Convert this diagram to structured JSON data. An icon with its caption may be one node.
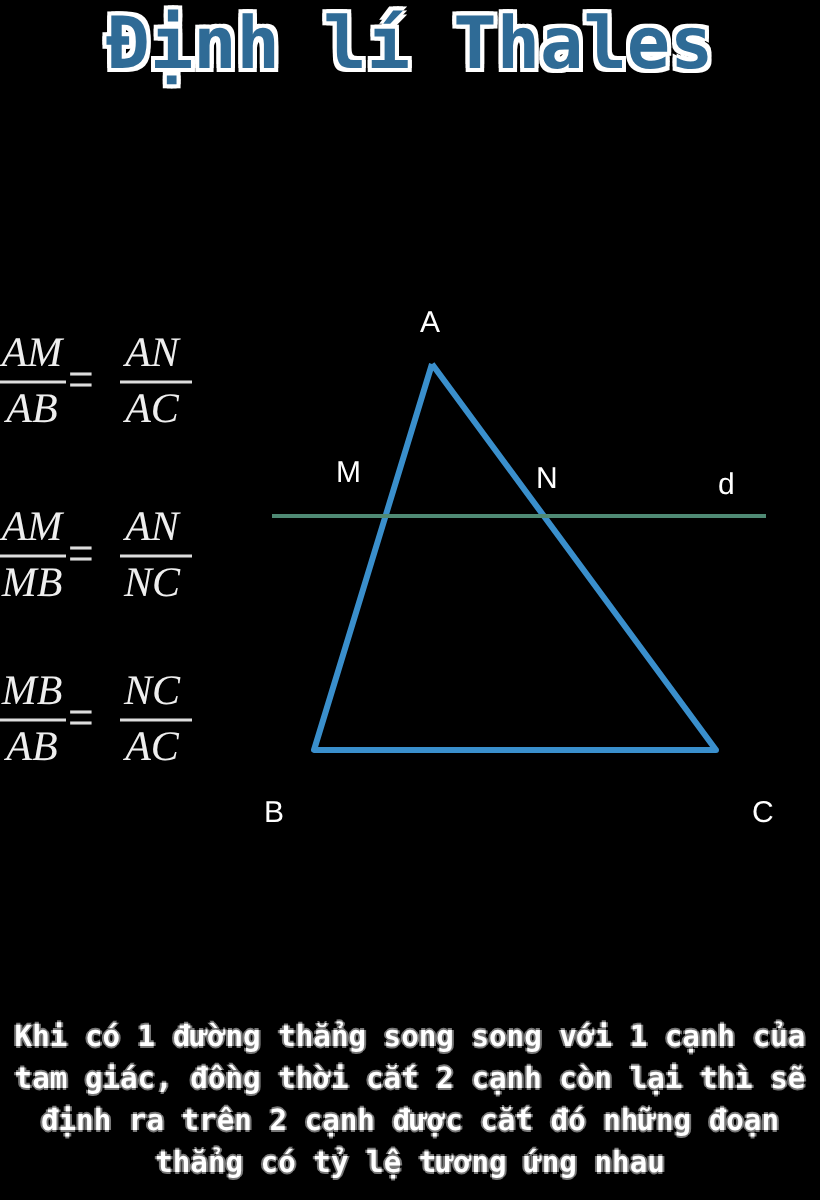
{
  "diagram": {
    "title": "Định lí Thales",
    "caption": "Khi có 1 đường thẳng song song với 1 cạnh của tam giác, đồng thời cắt 2 cạnh còn lại thì sẽ định ra trên 2 cạnh được cắt đó những đoạn thẳng có tỷ lệ tương ứng nhau",
    "labels": [
      "AM",
      "AB",
      "=",
      "AN",
      "AC",
      "AM",
      "MB",
      "=",
      "AN",
      "NC",
      "MB",
      "AB",
      "=",
      "NC",
      "AC",
      "A",
      "M",
      "N",
      "d",
      "B",
      "C"
    ]
  }
}
